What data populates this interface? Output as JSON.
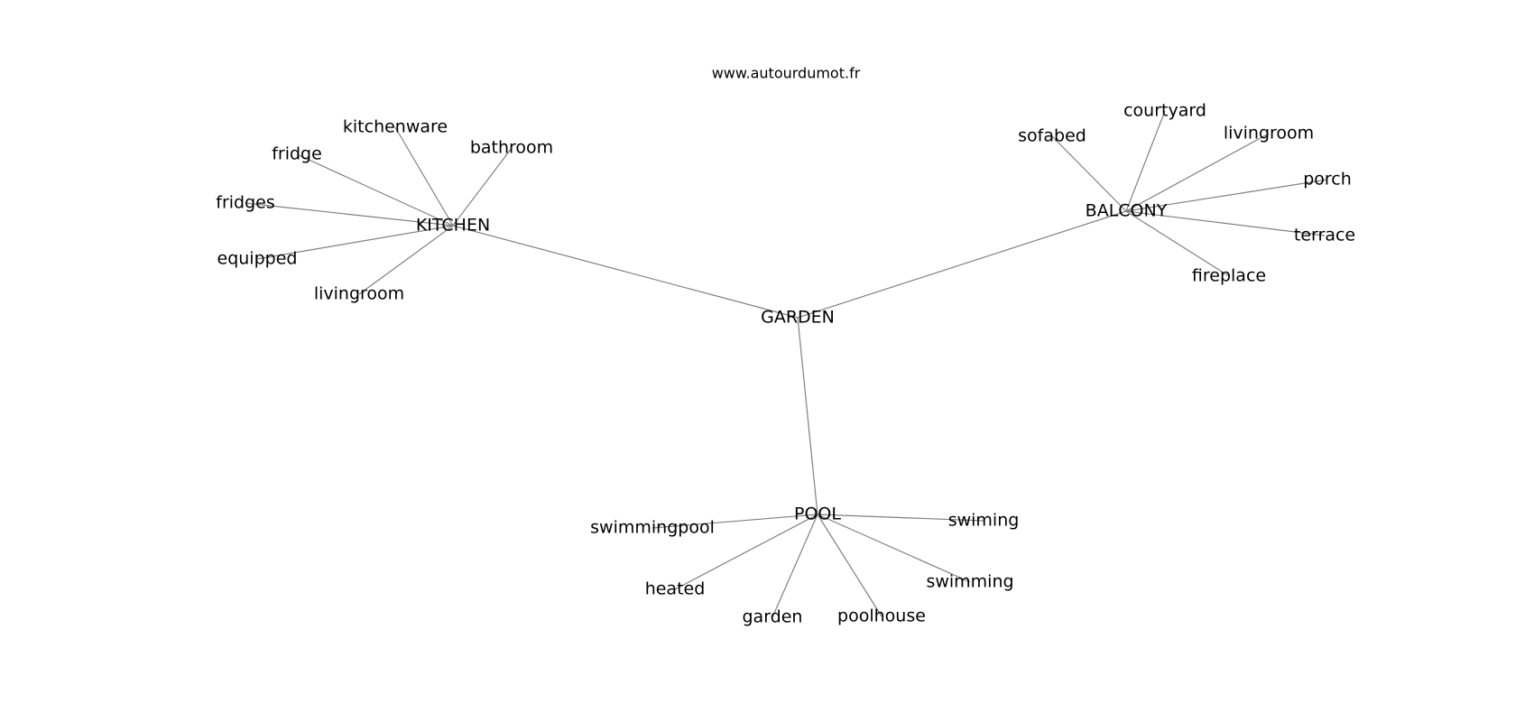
{
  "source": "www.autourdumot.fr",
  "graph": {
    "nodes": [
      {
        "id": "garden_hub",
        "label": "GARDEN"
      },
      {
        "id": "kitchen",
        "label": "KITCHEN"
      },
      {
        "id": "balcony",
        "label": "BALCONY"
      },
      {
        "id": "pool",
        "label": "POOL"
      },
      {
        "id": "k_kitchenware",
        "label": "kitchenware"
      },
      {
        "id": "k_fridge",
        "label": "fridge"
      },
      {
        "id": "k_bathroom",
        "label": "bathroom"
      },
      {
        "id": "k_fridges",
        "label": "fridges"
      },
      {
        "id": "k_equipped",
        "label": "equipped"
      },
      {
        "id": "k_livingroom",
        "label": "livingroom"
      },
      {
        "id": "b_courtyard",
        "label": "courtyard"
      },
      {
        "id": "b_sofabed",
        "label": "sofabed"
      },
      {
        "id": "b_livingroom",
        "label": "livingroom"
      },
      {
        "id": "b_porch",
        "label": "porch"
      },
      {
        "id": "b_terrace",
        "label": "terrace"
      },
      {
        "id": "b_fireplace",
        "label": "fireplace"
      },
      {
        "id": "p_swimmingpool",
        "label": "swimmingpool"
      },
      {
        "id": "p_swiming",
        "label": "swiming"
      },
      {
        "id": "p_heated",
        "label": "heated"
      },
      {
        "id": "p_swimming",
        "label": "swimming"
      },
      {
        "id": "p_garden",
        "label": "garden"
      },
      {
        "id": "p_poolhouse",
        "label": "poolhouse"
      }
    ],
    "edges": [
      [
        "garden_hub",
        "kitchen"
      ],
      [
        "garden_hub",
        "balcony"
      ],
      [
        "garden_hub",
        "pool"
      ],
      [
        "kitchen",
        "k_kitchenware"
      ],
      [
        "kitchen",
        "k_fridge"
      ],
      [
        "kitchen",
        "k_bathroom"
      ],
      [
        "kitchen",
        "k_fridges"
      ],
      [
        "kitchen",
        "k_equipped"
      ],
      [
        "kitchen",
        "k_livingroom"
      ],
      [
        "balcony",
        "b_courtyard"
      ],
      [
        "balcony",
        "b_sofabed"
      ],
      [
        "balcony",
        "b_livingroom"
      ],
      [
        "balcony",
        "b_porch"
      ],
      [
        "balcony",
        "b_terrace"
      ],
      [
        "balcony",
        "b_fireplace"
      ],
      [
        "pool",
        "p_swimmingpool"
      ],
      [
        "pool",
        "p_swiming"
      ],
      [
        "pool",
        "p_heated"
      ],
      [
        "pool",
        "p_swimming"
      ],
      [
        "pool",
        "p_garden"
      ],
      [
        "pool",
        "p_poolhouse"
      ]
    ]
  }
}
